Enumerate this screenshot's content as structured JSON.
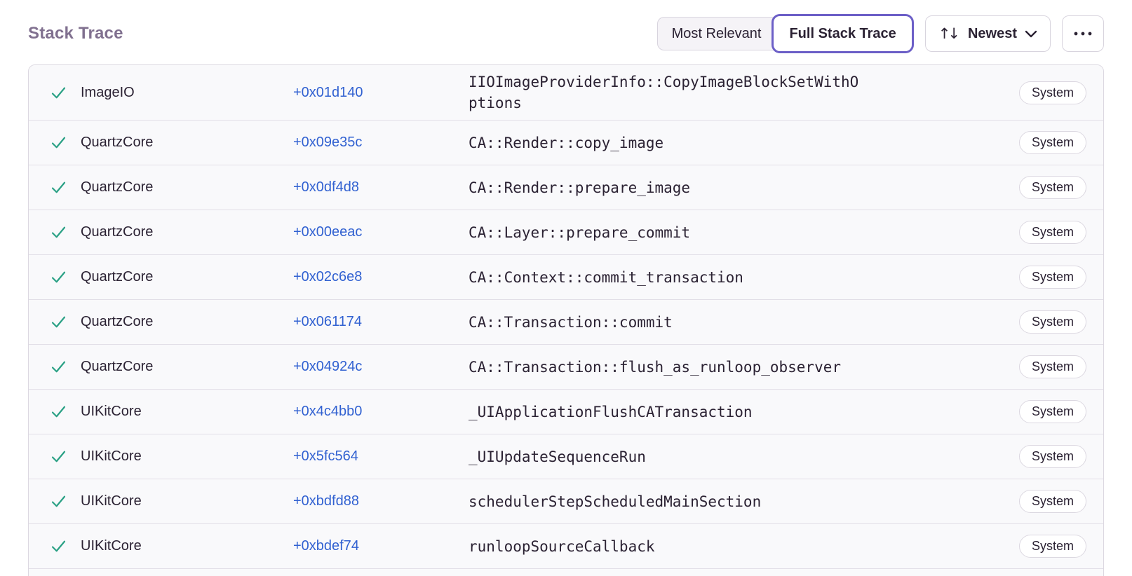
{
  "title": "Stack Trace",
  "toolbar": {
    "most_relevant_label": "Most Relevant",
    "full_stack_trace_label": "Full Stack Trace",
    "sort_label": "Newest",
    "sort_arrows_glyph": "↑↓"
  },
  "colors": {
    "accent_purple": "#6c5fc7",
    "title_gray": "#80708f",
    "link_blue": "#3161d1",
    "check_green": "#2ba185",
    "text_dark": "#2b2233",
    "row_background": "#f9f9fb",
    "border_gray": "#dcd8e1"
  },
  "frames": [
    {
      "module": "ImageIO",
      "address": "+0x01d140",
      "function": "IIOImageProviderInfo::CopyImageBlockSetWithOptions",
      "badge": "System"
    },
    {
      "module": "QuartzCore",
      "address": "+0x09e35c",
      "function": "CA::Render::copy_image",
      "badge": "System"
    },
    {
      "module": "QuartzCore",
      "address": "+0x0df4d8",
      "function": "CA::Render::prepare_image",
      "badge": "System"
    },
    {
      "module": "QuartzCore",
      "address": "+0x00eeac",
      "function": "CA::Layer::prepare_commit",
      "badge": "System"
    },
    {
      "module": "QuartzCore",
      "address": "+0x02c6e8",
      "function": "CA::Context::commit_transaction",
      "badge": "System"
    },
    {
      "module": "QuartzCore",
      "address": "+0x061174",
      "function": "CA::Transaction::commit",
      "badge": "System"
    },
    {
      "module": "QuartzCore",
      "address": "+0x04924c",
      "function": "CA::Transaction::flush_as_runloop_observer",
      "badge": "System"
    },
    {
      "module": "UIKitCore",
      "address": "+0x4c4bb0",
      "function": "_UIApplicationFlushCATransaction",
      "badge": "System"
    },
    {
      "module": "UIKitCore",
      "address": "+0x5fc564",
      "function": "_UIUpdateSequenceRun",
      "badge": "System"
    },
    {
      "module": "UIKitCore",
      "address": "+0xbdfd88",
      "function": "schedulerStepScheduledMainSection",
      "badge": "System"
    },
    {
      "module": "UIKitCore",
      "address": "+0xbdef74",
      "function": "runloopSourceCallback",
      "badge": "System"
    }
  ]
}
